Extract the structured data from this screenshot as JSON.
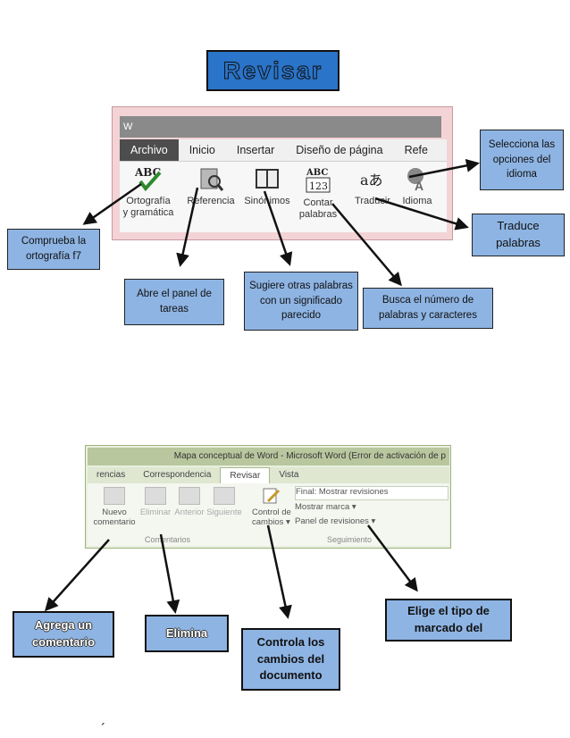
{
  "title": "Revisar",
  "ribbon1": {
    "qat": "W",
    "tabs": [
      "Archivo",
      "Inicio",
      "Insertar",
      "Diseño de página",
      "Refe"
    ],
    "buttons": {
      "ortografia": [
        "Ortografía",
        "y gramática"
      ],
      "referencia": "Referencia",
      "sinonimos": "Sinónimos",
      "contar": [
        "Contar",
        "palabras"
      ],
      "traducir": "Traducir",
      "idioma": "Idioma"
    },
    "icons": {
      "abc": "ABC",
      "abc123_top": "ABC",
      "abc123_bottom": "123",
      "translate": "aあ"
    }
  },
  "callouts1": {
    "comprueba": "Comprueba la ortografía f7",
    "abre": "Abre el panel de tareas",
    "sugiere": "Sugiere otras palabras con un significado parecido",
    "busca": "Busca el número de palabras y caracteres",
    "selecciona": "Selecciona las opciones del idioma",
    "traduce": "Traduce palabras"
  },
  "ribbon2": {
    "title": "Mapa conceptual de Word - Microsoft Word (Error de activación de p",
    "tabs": [
      "rencias",
      "Correspondencia",
      "Revisar",
      "Vista"
    ],
    "nuevo": [
      "Nuevo",
      "comentario"
    ],
    "eliminar": "Eliminar",
    "anterior": "Anterior",
    "siguiente": "Siguiente",
    "group_comentarios": "Comentarios",
    "control": [
      "Control de",
      "cambios ▾"
    ],
    "final": "Final: Mostrar revisiones",
    "mostrar": "Mostrar marca ▾",
    "panel": "Panel de revisiones ▾",
    "group_seguimiento": "Seguimiento"
  },
  "callouts2": {
    "agrega": "Agrega un comentario",
    "elimina": "Elimina",
    "controla": "Controla los cambios del documento",
    "elige": "Elige el tipo de marcado del"
  },
  "stray": "´"
}
